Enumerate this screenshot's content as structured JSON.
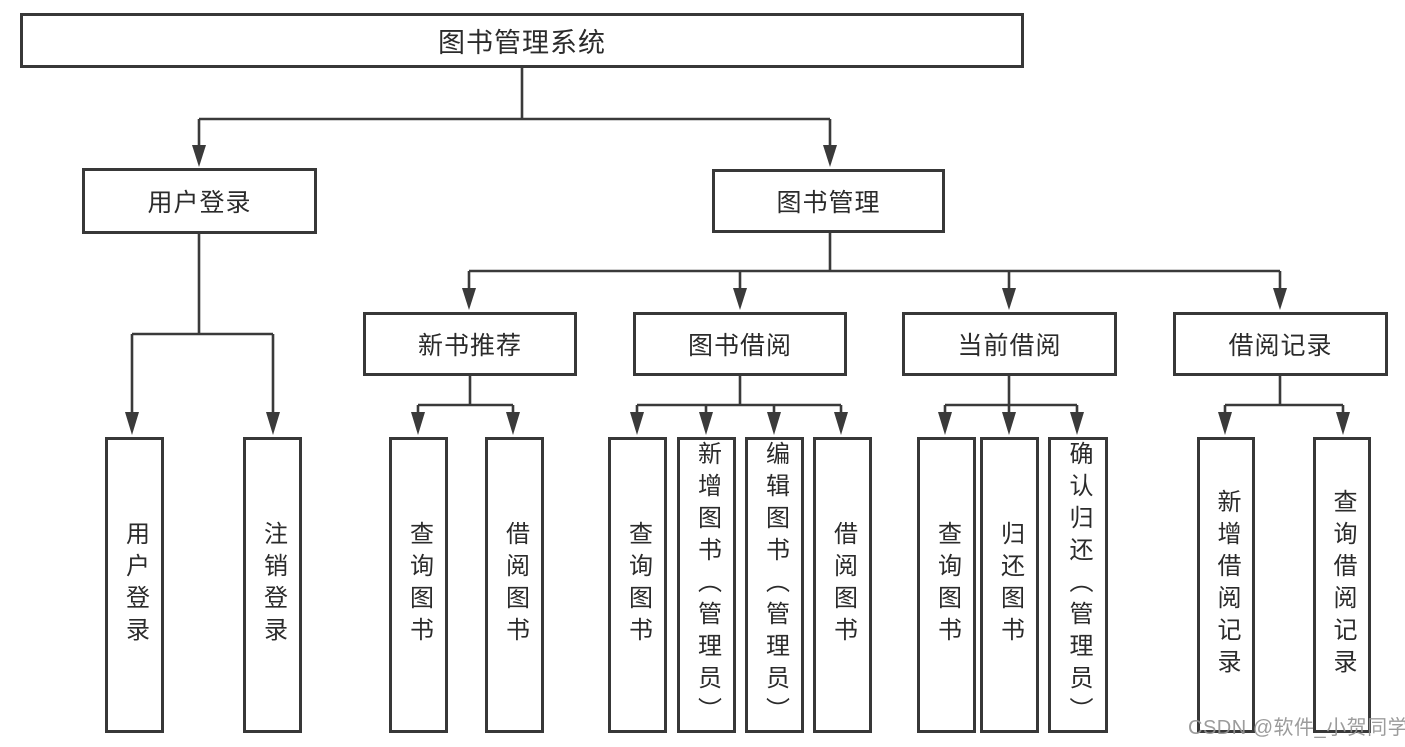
{
  "diagram": {
    "type": "hierarchy-tree",
    "title": "图书管理系统",
    "colors": {
      "line": "#3a3a3a",
      "box_border": "#383838",
      "box_fill": "#ffffff",
      "text": "#2b2b2b",
      "watermark": "#949494",
      "background": "#ffffff"
    },
    "tree": {
      "label": "图书管理系统",
      "children": [
        {
          "label": "用户登录",
          "children": [
            {
              "label": "用户登录"
            },
            {
              "label": "注销登录"
            }
          ]
        },
        {
          "label": "图书管理",
          "children": [
            {
              "label": "新书推荐",
              "children": [
                {
                  "label": "查询图书"
                },
                {
                  "label": "借阅图书"
                }
              ]
            },
            {
              "label": "图书借阅",
              "children": [
                {
                  "label": "查询图书"
                },
                {
                  "label": "新增图书（管理员）"
                },
                {
                  "label": "编辑图书（管理员）"
                },
                {
                  "label": "借阅图书"
                }
              ]
            },
            {
              "label": "当前借阅",
              "children": [
                {
                  "label": "查询图书"
                },
                {
                  "label": "归还图书"
                },
                {
                  "label": "确认归还（管理员）"
                }
              ]
            },
            {
              "label": "借阅记录",
              "children": [
                {
                  "label": "新增借阅记录"
                },
                {
                  "label": "查询借阅记录"
                }
              ]
            }
          ]
        }
      ]
    },
    "watermark": "CSDN @软件_小贺同学"
  }
}
